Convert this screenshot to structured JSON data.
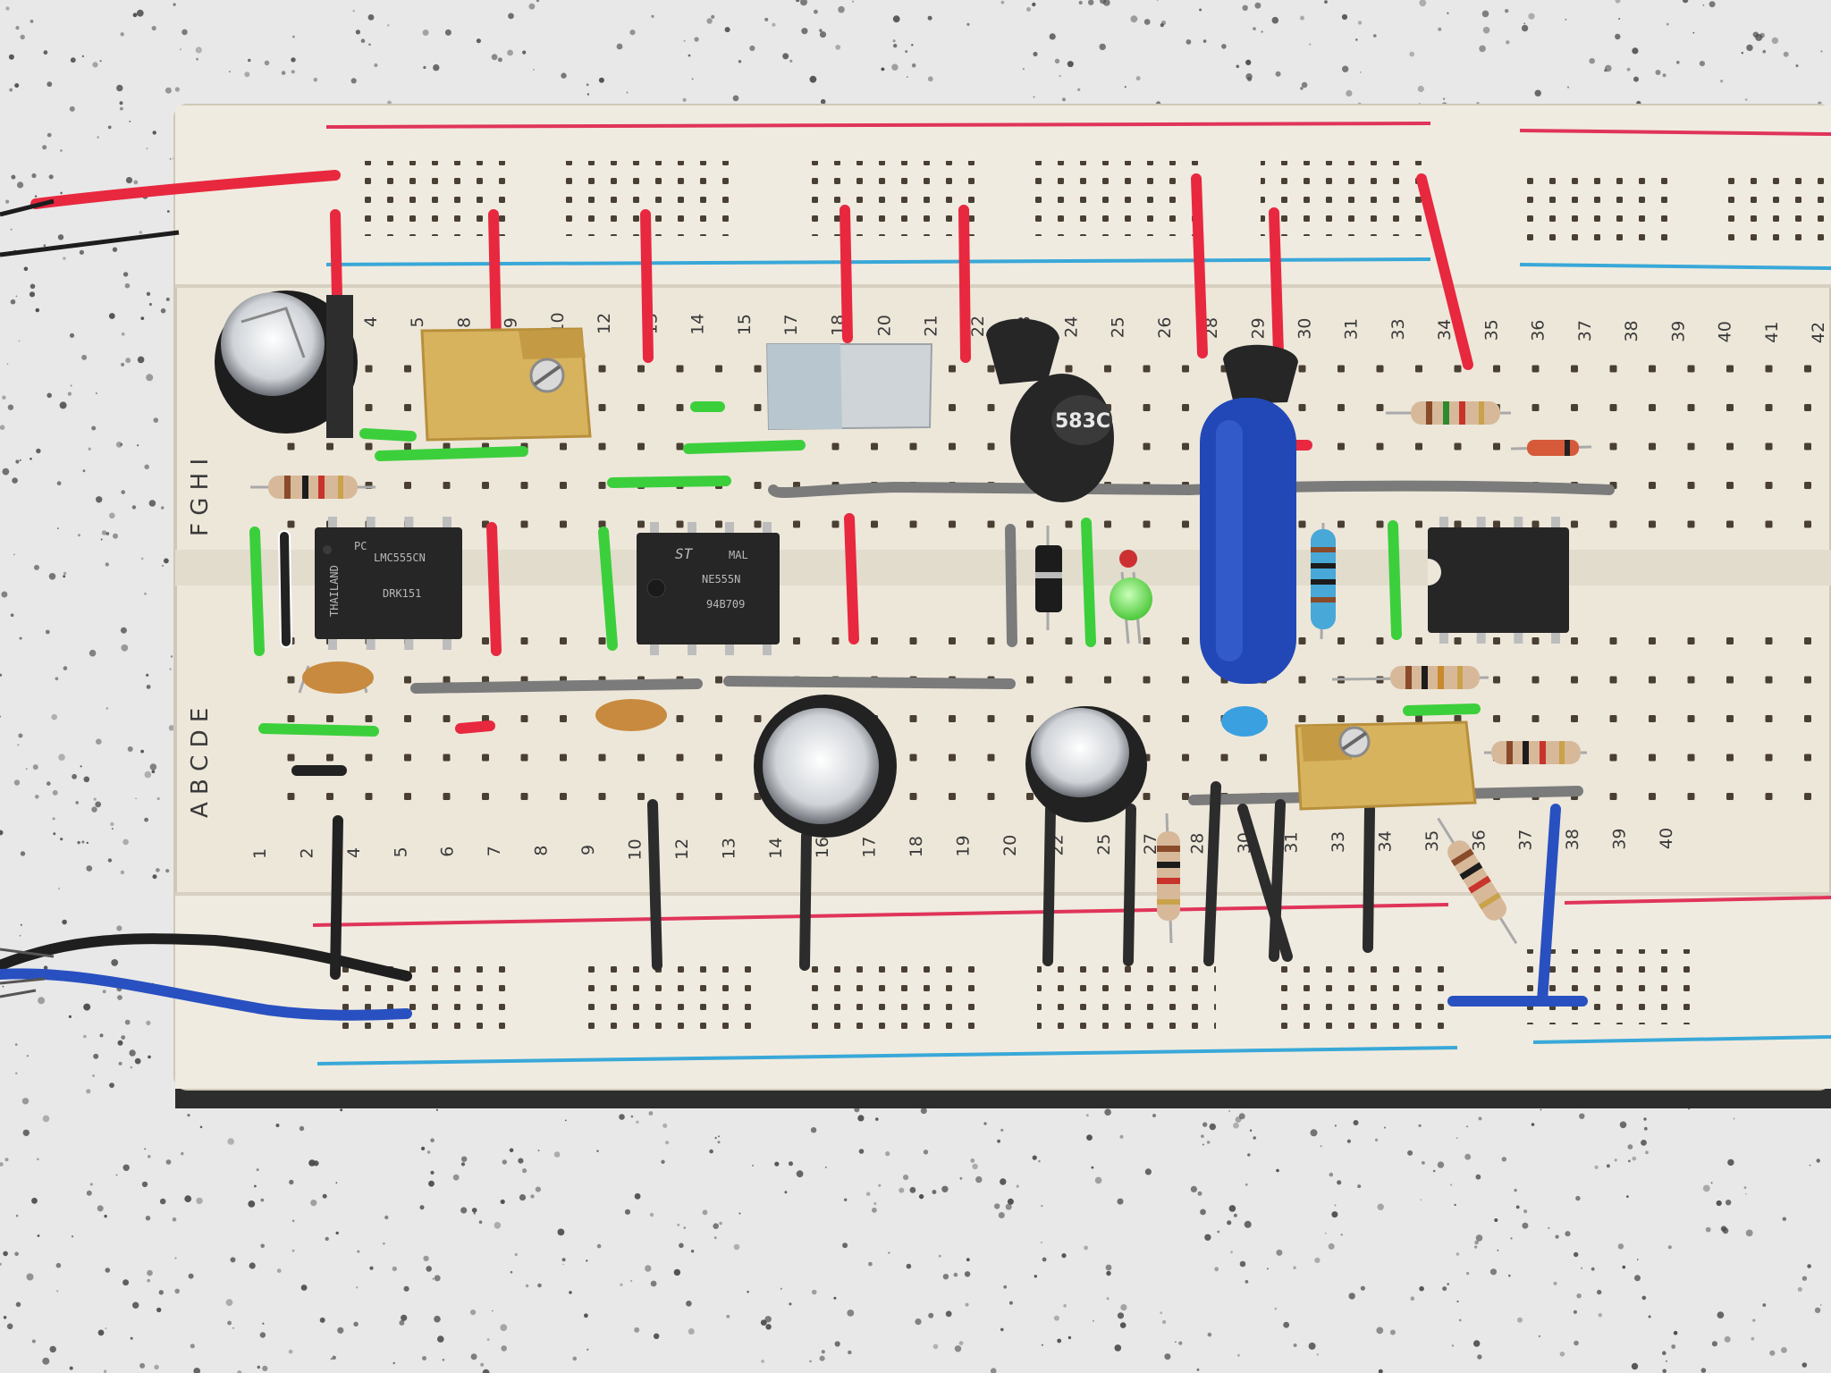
{
  "colors": {
    "surface": "#e8e8e8",
    "speckle": "#4a4a4a",
    "board": "#ede7da",
    "board_edge": "#cfc8b8",
    "hole": "#4a3f33",
    "rail_red": "#e0345a",
    "rail_blue": "#39a8d8",
    "wire_red": "#e8283f",
    "wire_green": "#3ccf3c",
    "wire_gray": "#7b7b7b",
    "wire_black": "#222222",
    "wire_blue": "#2850c0",
    "chip": "#262626",
    "trimmer": "#d8b35e",
    "cap_blue": "#2248b8",
    "led": "#6ee05a"
  },
  "board": {
    "top_numbers": [
      "4",
      "5",
      "8",
      "9",
      "10",
      "12",
      "13",
      "14",
      "15",
      "17",
      "18",
      "20",
      "21",
      "22",
      "23",
      "24",
      "25",
      "26",
      "28",
      "29",
      "30",
      "31",
      "33",
      "34",
      "35",
      "36",
      "37",
      "38",
      "39",
      "40",
      "41",
      "42"
    ],
    "bottom_numbers": [
      "1",
      "2",
      "4",
      "5",
      "6",
      "7",
      "8",
      "9",
      "10",
      "12",
      "13",
      "14",
      "16",
      "17",
      "18",
      "19",
      "20",
      "22",
      "25",
      "27",
      "28",
      "30",
      "31",
      "33",
      "34",
      "35",
      "36",
      "37",
      "38",
      "39",
      "40"
    ],
    "row_letters_upper": "F G H I",
    "row_letters_lower": "A B C D E"
  },
  "components": {
    "chip1_markings": [
      "THAILAND",
      "PC",
      "LMC555CN",
      "DRK151"
    ],
    "chip2_markings": [
      "ST",
      "MAL",
      "NE555N",
      "94B709"
    ],
    "inductor_label": "583C"
  }
}
